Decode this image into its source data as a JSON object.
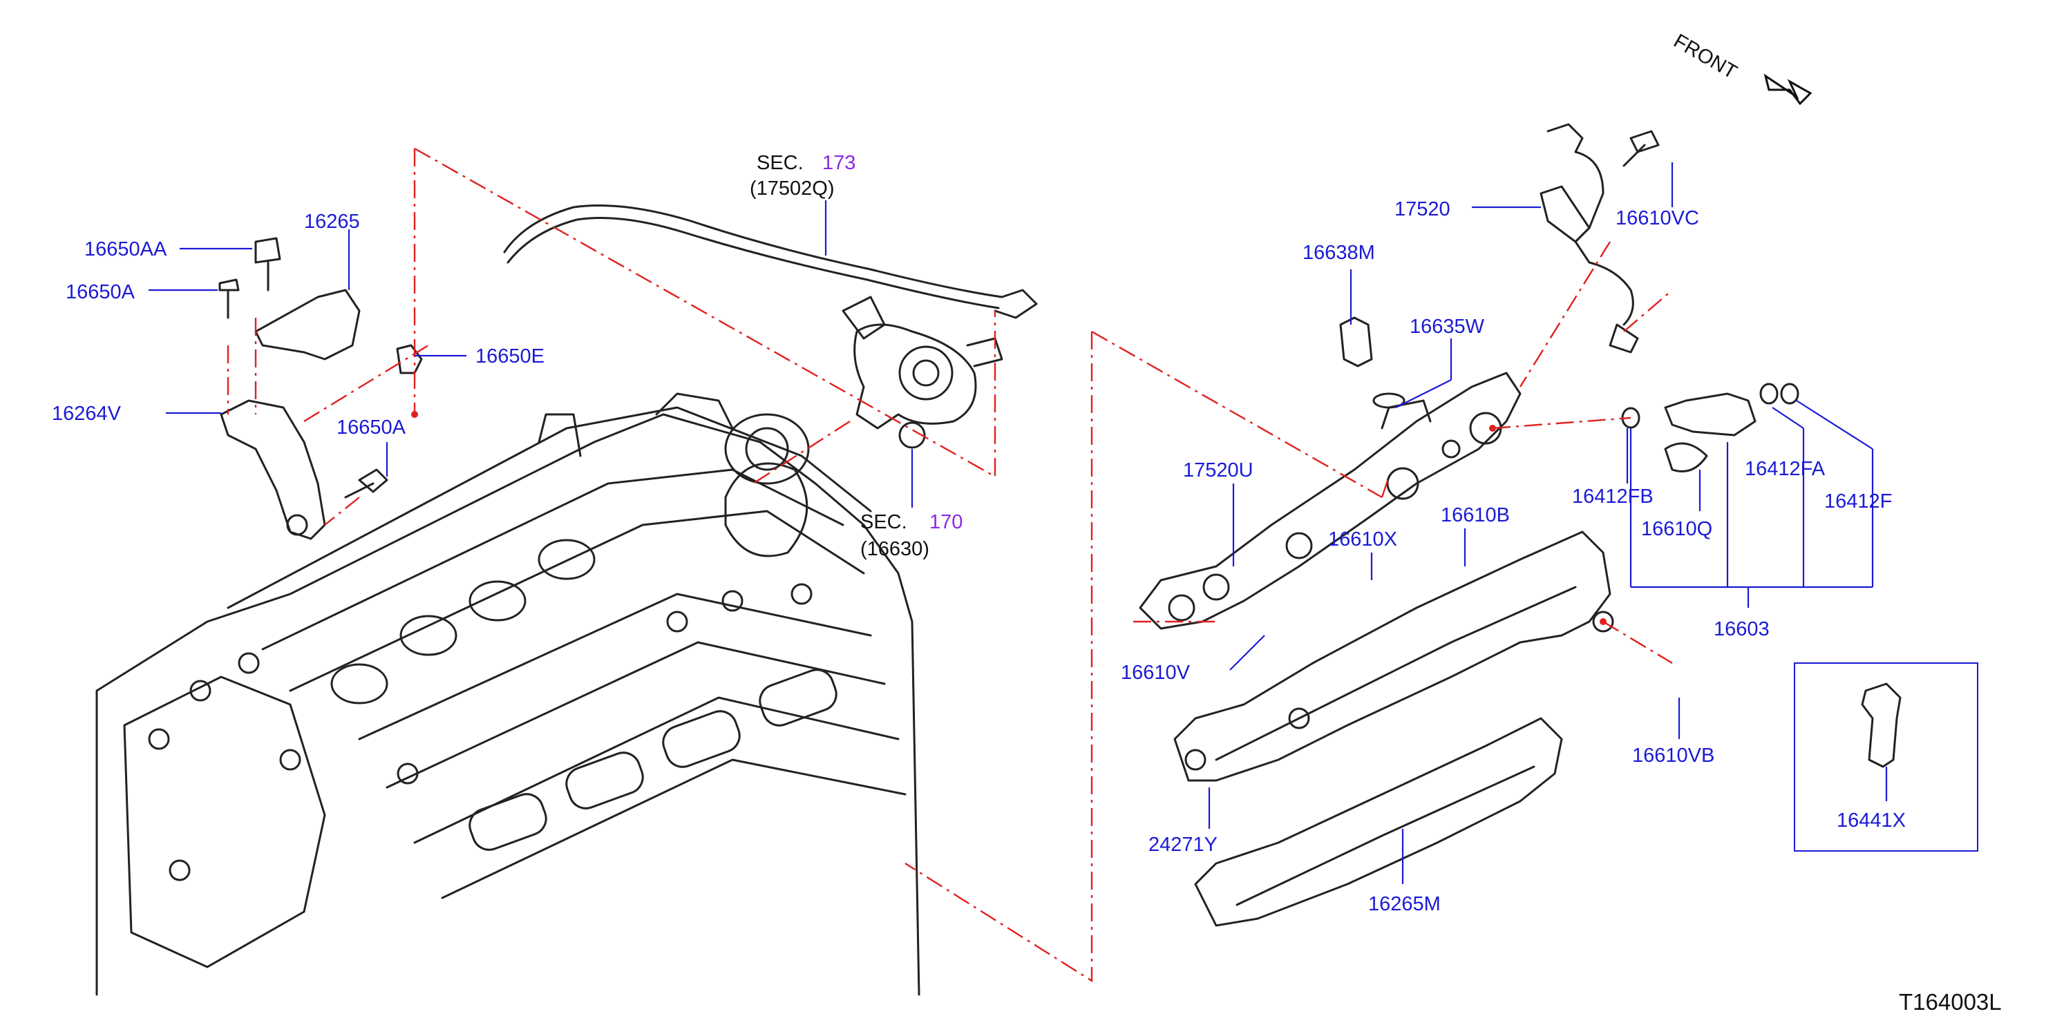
{
  "diagram_id": "T164003L",
  "front_label": "FRONT",
  "sections": [
    {
      "key": "sec173",
      "prefix": "SEC.",
      "number": "173",
      "sub": "(17502Q)"
    },
    {
      "key": "sec170",
      "prefix": "SEC.",
      "number": "170",
      "sub": "(16630)"
    }
  ],
  "parts": {
    "p16650AA": "16650AA",
    "p16265": "16265",
    "p16650A_top": "16650A",
    "p16650E": "16650E",
    "p16264V": "16264V",
    "p16650A_bottom": "16650A",
    "p17520": "17520",
    "p16610VC": "16610VC",
    "p16638M": "16638M",
    "p16635W": "16635W",
    "p17520U": "17520U",
    "p16610B": "16610B",
    "p16610X": "16610X",
    "p16412FB": "16412FB",
    "p16412FA": "16412FA",
    "p16412F": "16412F",
    "p16610Q": "16610Q",
    "p16603": "16603",
    "p16610V": "16610V",
    "p16610VB": "16610VB",
    "p24271Y": "24271Y",
    "p16265M": "16265M",
    "p16441X": "16441X"
  },
  "colors": {
    "part_label": "#1a1ad6",
    "section_number": "#8a2be2",
    "section_text": "#111111",
    "centerline": "#e02020",
    "outline": "#222222"
  }
}
